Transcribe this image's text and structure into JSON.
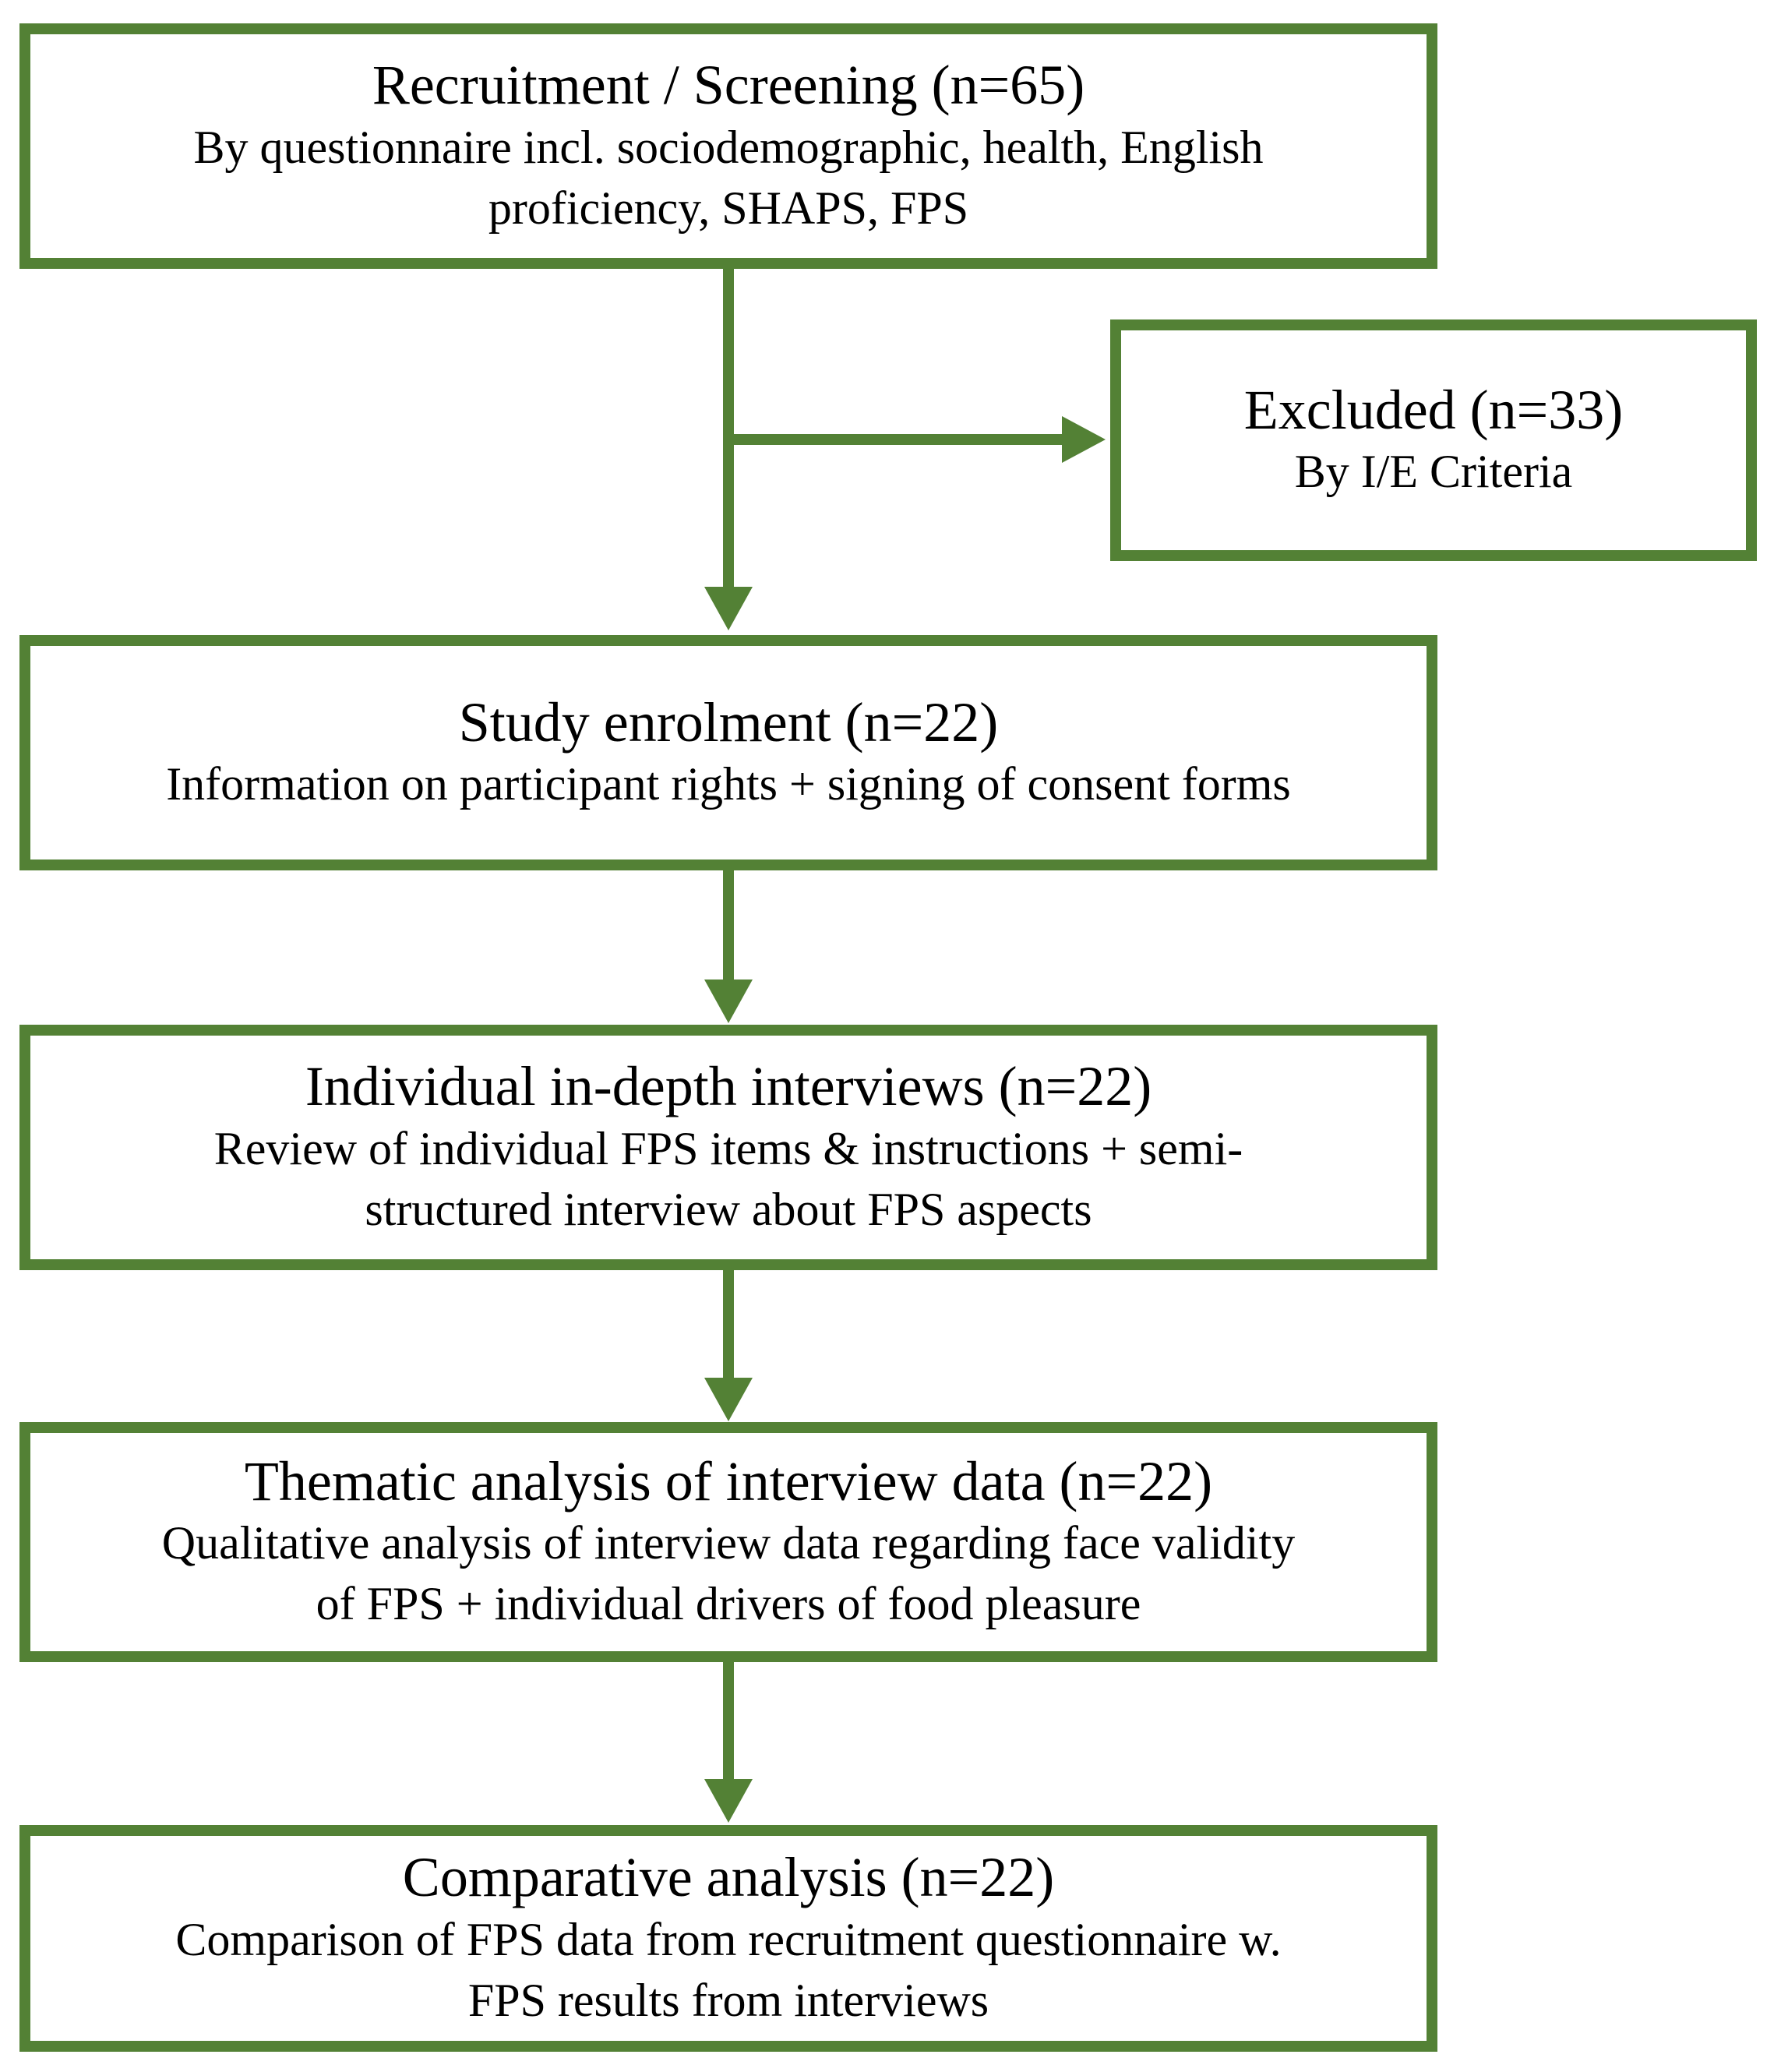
{
  "figure": {
    "type": "study-flowchart",
    "accent_color": "#538135",
    "text_color": "#000000",
    "background_color": "#ffffff"
  },
  "boxes": {
    "recruitment": {
      "title": "Recruitment / Screening (n=65)",
      "lines": [
        "By questionnaire incl. sociodemographic, health, English",
        "proficiency, SHAPS, FPS"
      ]
    },
    "excluded": {
      "title": "Excluded (n=33)",
      "lines": [
        "By I/E Criteria"
      ]
    },
    "enrolment": {
      "title": "Study enrolment (n=22)",
      "lines": [
        "Information on participant rights + signing of consent forms"
      ]
    },
    "interviews": {
      "title": "Individual in-depth interviews (n=22)",
      "lines": [
        "Review of individual FPS items & instructions + semi-",
        "structured interview about FPS aspects"
      ]
    },
    "thematic": {
      "title": "Thematic analysis of interview data (n=22)",
      "lines": [
        "Qualitative analysis of interview data regarding face validity",
        "of FPS + individual drivers of food pleasure"
      ]
    },
    "comparative": {
      "title": "Comparative analysis (n=22)",
      "lines": [
        "Comparison of FPS data from recruitment questionnaire w.",
        "FPS results from interviews"
      ]
    }
  }
}
